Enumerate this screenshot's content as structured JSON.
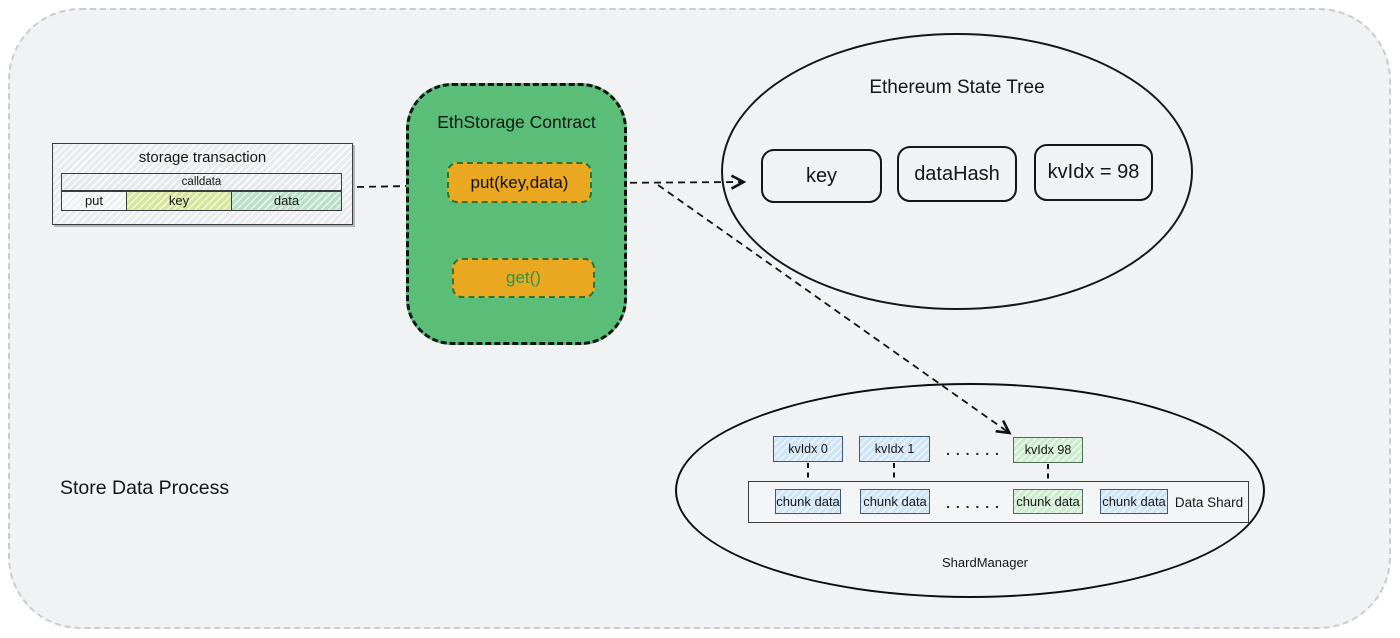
{
  "process_label": "Store Data Process",
  "storage_transaction": {
    "title": "storage transaction",
    "calldata_label": "calldata",
    "cells": [
      "put",
      "key",
      "data"
    ]
  },
  "contract": {
    "title": "EthStorage Contract",
    "put_label": "put(key,data)",
    "get_label": "get()"
  },
  "state_tree": {
    "title": "Ethereum State Tree",
    "boxes": [
      "key",
      "dataHash",
      "kvIdx = 98"
    ]
  },
  "shard_manager": {
    "title": "ShardManager",
    "kv_boxes": [
      "kvIdx 0",
      "kvIdx 1",
      "kvIdx 98"
    ],
    "kv_dots": ". . . . . .",
    "chunks": [
      "chunk data",
      "chunk data",
      "chunk data",
      "chunk data"
    ],
    "chunk_dots": ". . . . . .",
    "data_shard_label": "Data Shard"
  },
  "colors": {
    "board_background": "#f1f2f4",
    "contract_green": "#5abe78",
    "button_orange": "#e9a81f",
    "button_border_green": "#1f7a3a",
    "get_text_green": "#2b9448",
    "blue_hatch": "#cfe5f6",
    "green_hatch": "#cdeccf",
    "key_cell_yellow_green": "#d7e59b",
    "data_cell_green": "#badfc9"
  }
}
